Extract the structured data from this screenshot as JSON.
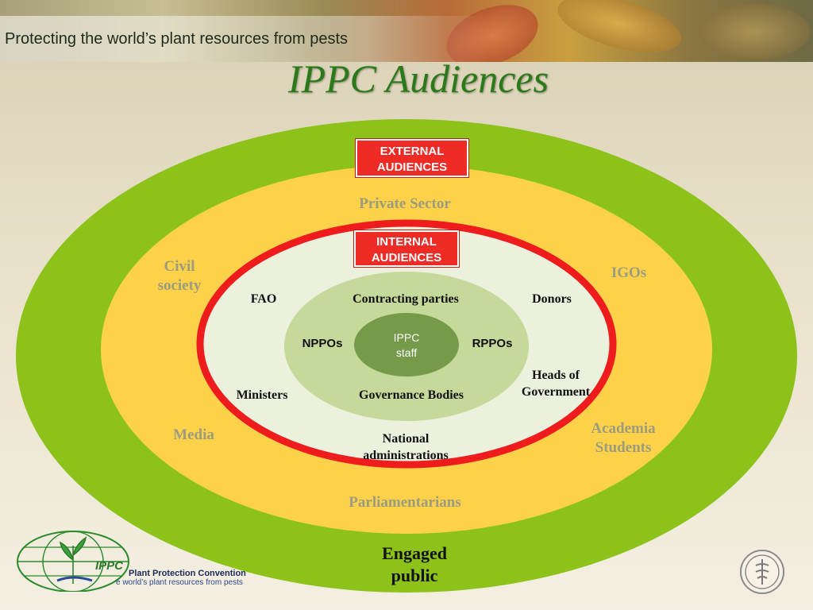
{
  "banner": {
    "tagline": "Protecting the world’s plant resources from pests"
  },
  "title": "IPPC Audiences",
  "external_badge": {
    "line1": "EXTERNAL",
    "line2": "AUDIENCES"
  },
  "internal_badge": {
    "line1": "INTERNAL",
    "line2": "AUDIENCES"
  },
  "outer_labels": {
    "private_sector": "Private Sector",
    "civil_society_1": "Civil",
    "civil_society_2": "society",
    "igos": "IGOs",
    "media": "Media",
    "academia": "Academia",
    "students": "Students",
    "parliamentarians": "Parliamentarians"
  },
  "internal_labels": {
    "fao": "FAO",
    "donors": "Donors",
    "ministers": "Ministers",
    "heads_1": "Heads of",
    "heads_2": "Government",
    "national_1": "National",
    "national_2": "administrations"
  },
  "inner_labels": {
    "contracting": "Contracting parties",
    "nppos": "NPPOs",
    "rppos": "RPPOs",
    "governance": "Governance Bodies"
  },
  "core": {
    "line1": "IPPC",
    "line2": "staff"
  },
  "engaged": {
    "line1": "Engaged",
    "line2": "public"
  },
  "logo": {
    "ippc_word": "IPPC",
    "name": "Plant Protection Convention",
    "sub": "e world’s plant resources from pests"
  },
  "colors": {
    "outer_green": "#8cc21a",
    "yellow": "#fdd24a",
    "red_ring": "#ee1c1c",
    "internal_fill": "#ecf1de",
    "inner_green": "#c4d99a",
    "core_green": "#749a4a",
    "title_green": "#2b7a1a"
  }
}
